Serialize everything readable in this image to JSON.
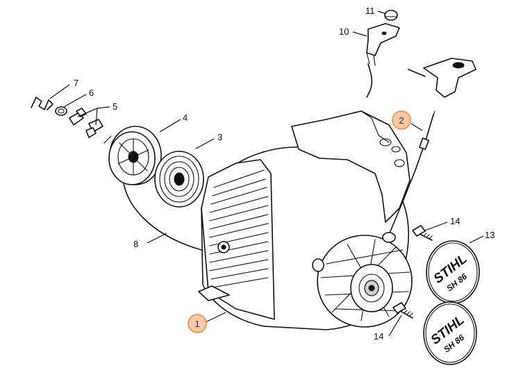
{
  "callouts": {
    "p1": "1",
    "p2": "2",
    "p3": "3",
    "p4": "4",
    "p5": "5",
    "p6": "6",
    "p7": "7",
    "p8": "8",
    "p10": "10",
    "p11": "11",
    "p13": "13",
    "p14a": "14",
    "p14b": "14"
  },
  "badges": {
    "brand": "STIHL",
    "model": "SH 86"
  },
  "colors": {
    "highlight_fill": "#f6c9a6",
    "highlight_stroke": "#ee8a3d",
    "line": "#111111"
  }
}
